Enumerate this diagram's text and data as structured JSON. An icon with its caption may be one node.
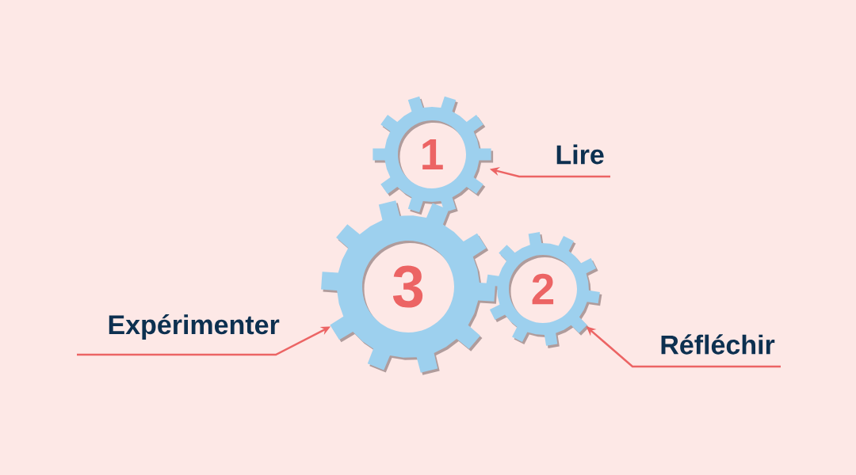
{
  "diagram": {
    "nodes": [
      {
        "text": [
          "1"
        ]
      },
      {
        "text": [
          "2"
        ]
      },
      {
        "text": [
          "3"
        ]
      },
      {
        "text": [
          "Lire"
        ]
      },
      {
        "text": [
          "Expérimenter"
        ]
      },
      {
        "text": [
          "Réfléchir"
        ]
      }
    ],
    "edges": [
      {
        "from": 3,
        "to": 0,
        "arrow": "to"
      },
      {
        "from": 4,
        "to": 2,
        "arrow": "to"
      },
      {
        "from": 5,
        "to": 1,
        "arrow": "to"
      }
    ]
  }
}
